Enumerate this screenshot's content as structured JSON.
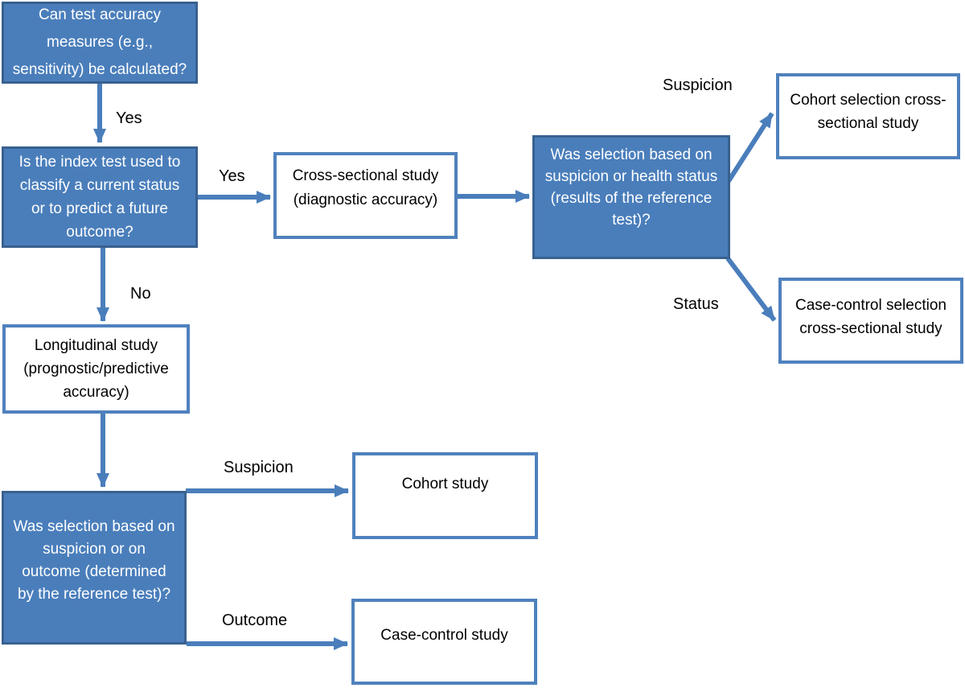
{
  "colors": {
    "node_fill": "#4A7EBB",
    "node_border": "#38618F",
    "outcome_node_border": "#4F81BD",
    "arrow": "#4A7EBB",
    "node_text": "#FFFFFF",
    "outcome_text": "#000000",
    "label_text": "#000000",
    "background": "#FFFFFF"
  },
  "nodes": {
    "can_test_accuracy": {
      "lines": [
        "Can test accuracy",
        "measures (e.g.,",
        "sensitivity) be calculated?"
      ]
    },
    "index_test_purpose": {
      "lines": [
        "Is the index test used to",
        "classify a current status",
        "or to predict a future",
        "outcome?"
      ]
    },
    "cross_sectional": {
      "lines": [
        "Cross-sectional study",
        "(diagnostic accuracy)"
      ]
    },
    "selection_health_status": {
      "lines": [
        "Was selection based on",
        "suspicion or health status",
        "(results of the reference",
        "test)?"
      ]
    },
    "cohort_selection": {
      "lines": [
        "Cohort selection cross-",
        "sectional study"
      ]
    },
    "case_control_selection": {
      "lines": [
        "Case-control selection",
        "cross-sectional study"
      ]
    },
    "longitudinal": {
      "lines": [
        "Longitudinal study",
        "(prognostic/predictive",
        "accuracy)"
      ]
    },
    "selection_outcome": {
      "lines": [
        "Was selection based on",
        "suspicion or on",
        "outcome (determined",
        "by the reference test)?"
      ]
    },
    "cohort_study": {
      "lines": [
        "Cohort study"
      ]
    },
    "case_control_study": {
      "lines": [
        "Case-control study"
      ]
    }
  },
  "edge_labels": {
    "yes_top": "Yes",
    "yes_right": "Yes",
    "no": "No",
    "suspicion_upper": "Suspicion",
    "status": "Status",
    "suspicion_lower": "Suspicion",
    "outcome": "Outcome"
  }
}
